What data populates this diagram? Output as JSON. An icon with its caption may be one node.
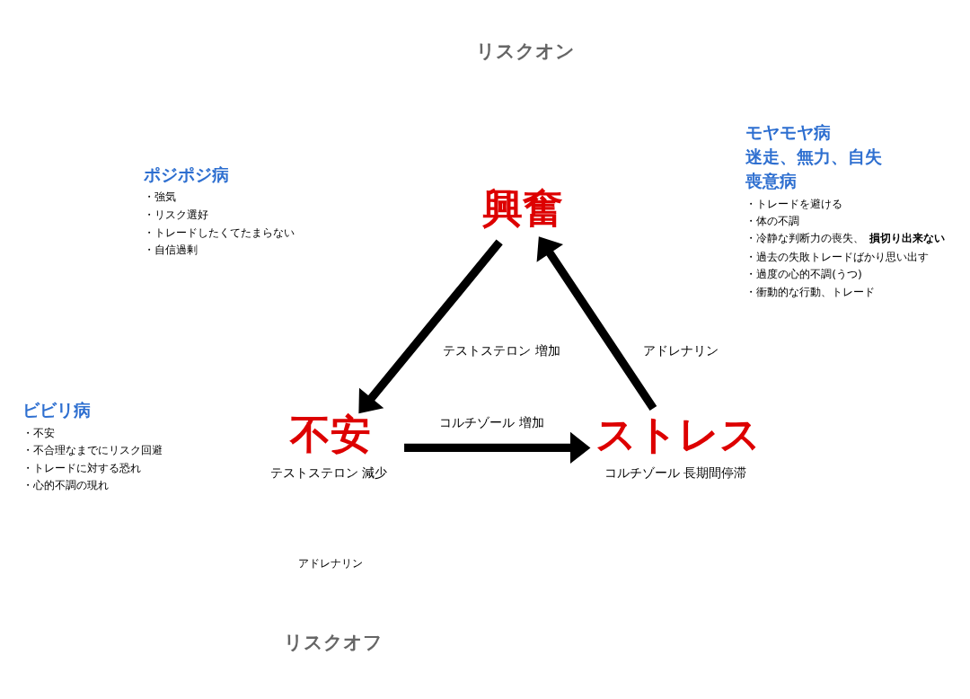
{
  "diagram": {
    "nodes": [
      {
        "text": [
          "興奮"
        ]
      },
      {
        "text": [
          "不安"
        ],
        "beside": [
          "テストステロン 減少"
        ]
      },
      {
        "text": [
          "ストレス"
        ],
        "beside": [
          "コルチゾール 長期間停滞"
        ]
      }
    ],
    "edges": [
      {
        "from": 0,
        "to": 1,
        "arrow": "to",
        "label": "テストステロン 増加"
      },
      {
        "from": 1,
        "to": 2,
        "arrow": "to",
        "label": "コルチゾール 増加"
      },
      {
        "from": 2,
        "to": 0,
        "arrow": "to",
        "label": "アドレナリン"
      }
    ],
    "labels": [
      "リスクオン",
      "ポジポジ病",
      "・強気",
      "・リスク選好",
      "・トレードしたくてたまらない",
      "・自信過剰",
      "モヤモヤ病",
      "迷走、無力、自失",
      "喪意病",
      "・トレードを避ける",
      "・体の不調",
      "・冷静な判断力の喪失、**損切り出来ない**",
      "・過去の失敗トレードばかり思い出す",
      "・過度の心的不調(うつ)",
      "・衝動的な行動、トレード",
      "ビビリ病",
      "・不安",
      "・不合理なまでにリスク回避",
      "・トレードに対する恐れ",
      "・心的不調の現れ",
      "アドレナリン",
      "リスクオフ"
    ]
  }
}
